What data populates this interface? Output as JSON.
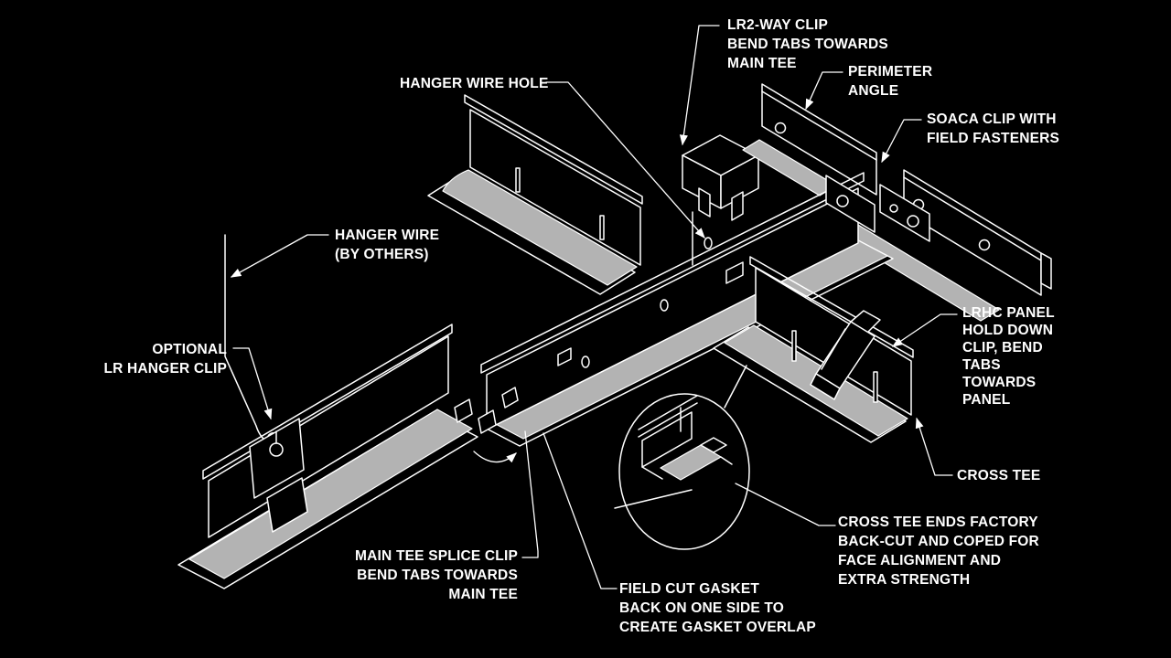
{
  "diagram": {
    "description": "Isometric line drawing of a suspended ceiling grid assembly, white line art on black with gray gasket strips",
    "colors": {
      "background": "#000000",
      "line": "#ffffff",
      "gasket": "#b3b3b3"
    }
  },
  "labels": {
    "lr2_way_clip": {
      "text": "LR2-WAY CLIP\nBEND TABS TOWARDS\nMAIN TEE"
    },
    "hanger_wire_hole": {
      "text": "HANGER WIRE HOLE"
    },
    "perimeter_angle": {
      "text": "PERIMETER\nANGLE"
    },
    "soaca_clip": {
      "text": "SOACA CLIP WITH\nFIELD FASTENERS"
    },
    "hanger_wire": {
      "text": "HANGER WIRE\n(BY OTHERS)"
    },
    "optional_lr_hanger_clip": {
      "text": "OPTIONAL\nLR HANGER CLIP"
    },
    "lrhc_panel_clip": {
      "text": "LRHC PANEL\nHOLD DOWN\nCLIP, BEND\nTABS\nTOWARDS\nPANEL"
    },
    "cross_tee": {
      "text": "CROSS TEE"
    },
    "main_tee_splice_clip": {
      "text": "MAIN TEE SPLICE CLIP\nBEND TABS TOWARDS\nMAIN TEE"
    },
    "field_cut_gasket": {
      "text": "FIELD CUT GASKET\nBACK ON ONE SIDE TO\nCREATE GASKET OVERLAP"
    },
    "cross_tee_ends": {
      "text": "CROSS TEE ENDS FACTORY\nBACK-CUT AND COPED FOR\nFACE ALIGNMENT AND\nEXTRA STRENGTH"
    }
  }
}
